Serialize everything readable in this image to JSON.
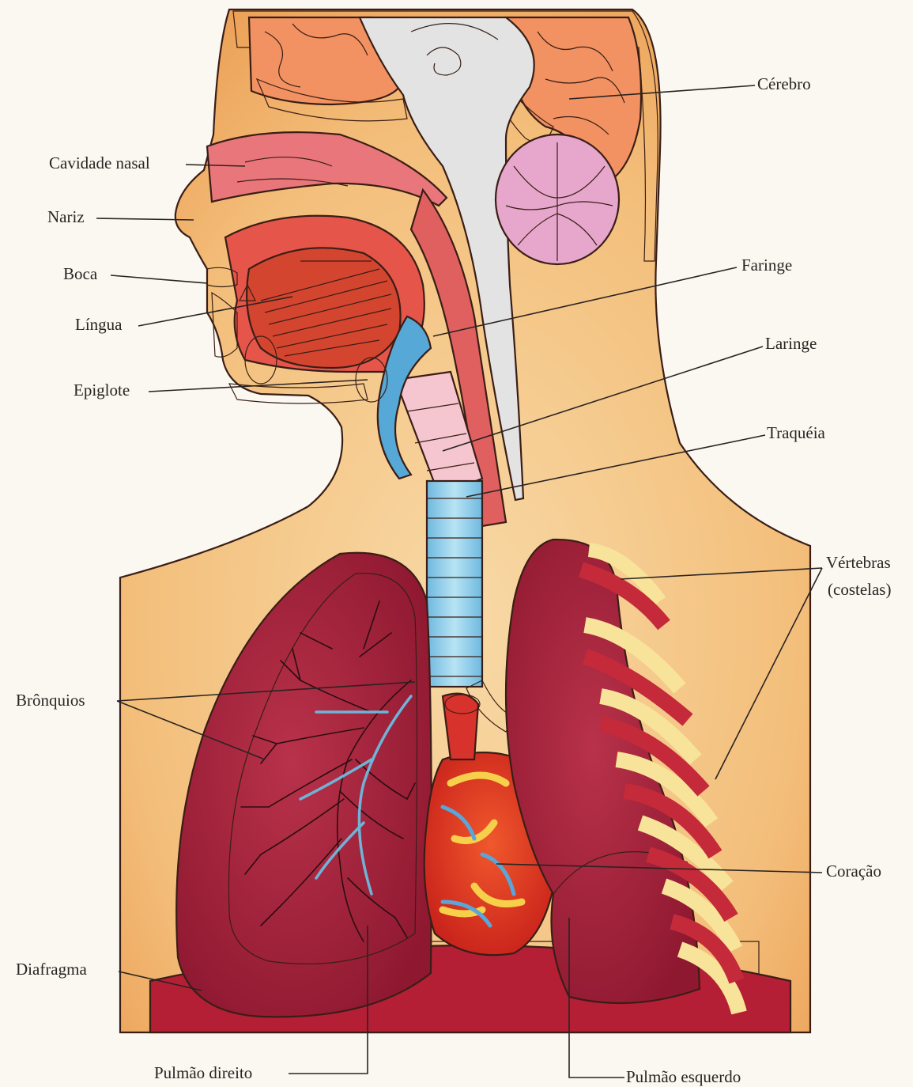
{
  "labels": {
    "cerebro": "Cérebro",
    "cavidade_nasal": "Cavidade nasal",
    "nariz": "Nariz",
    "boca": "Boca",
    "lingua": "Língua",
    "epiglote": "Epiglote",
    "faringe": "Faringe",
    "laringe": "Laringe",
    "traqueia": "Traquéia",
    "vertebras_line1": "Vértebras",
    "vertebras_line2": "(costelas)",
    "bronquios": "Brônquios",
    "coracao": "Coração",
    "diafragma": "Diafragma",
    "pulmao_direito": "Pulmão direito",
    "pulmao_esquerdo": "Pulmão esquerdo"
  },
  "colors": {
    "background": "#fbf8f2",
    "skin": "#f3b064",
    "body_inner": "#f6d3a0",
    "lung": "#a3223a",
    "lung_inner": "#e9b7b2",
    "trachea": "#8fd0ea",
    "brain": "#f0905e",
    "cerebellum": "#e7a3c8",
    "spine": "#dedede",
    "heart": "#e0391e",
    "rib": "#f8e39a"
  }
}
